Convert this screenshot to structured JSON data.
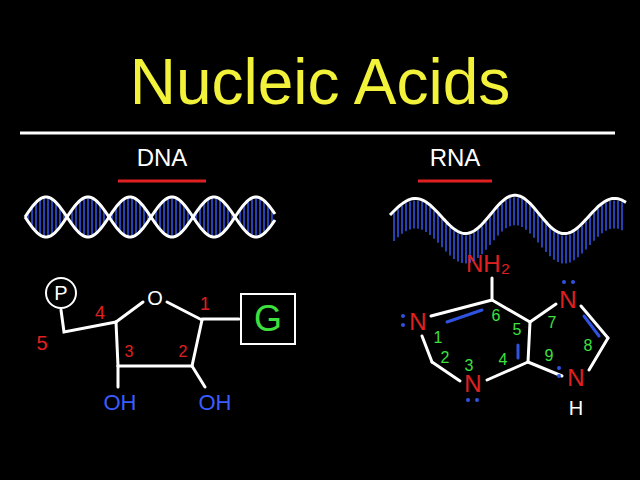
{
  "diagram": {
    "title": "Nucleic Acids",
    "nodes": [
      {
        "text": [
          "P"
        ]
      },
      {
        "text": [
          "G"
        ]
      }
    ],
    "labels": [
      "DNA",
      "RNA",
      "5",
      "4",
      "3",
      "2",
      "1",
      "O",
      "OH",
      "OH",
      "NH₂",
      "N",
      "N",
      "N",
      "N",
      "H",
      "6",
      "5",
      "1",
      "2",
      "3",
      "4",
      "7",
      "8",
      "9"
    ]
  }
}
